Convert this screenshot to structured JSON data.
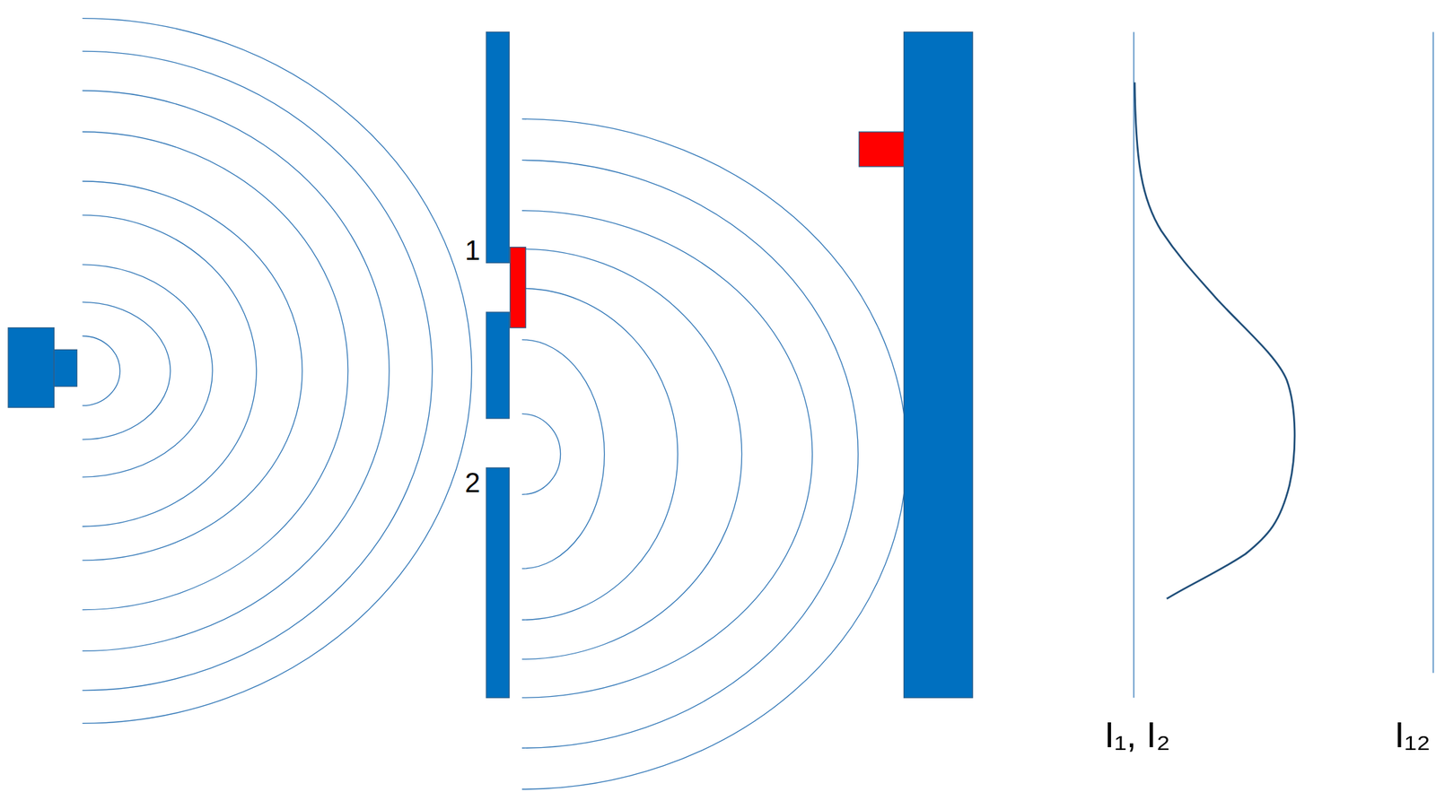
{
  "diagram": {
    "labels": [
      "1",
      "2",
      "I₁, I₂",
      "I₁₂"
    ]
  }
}
